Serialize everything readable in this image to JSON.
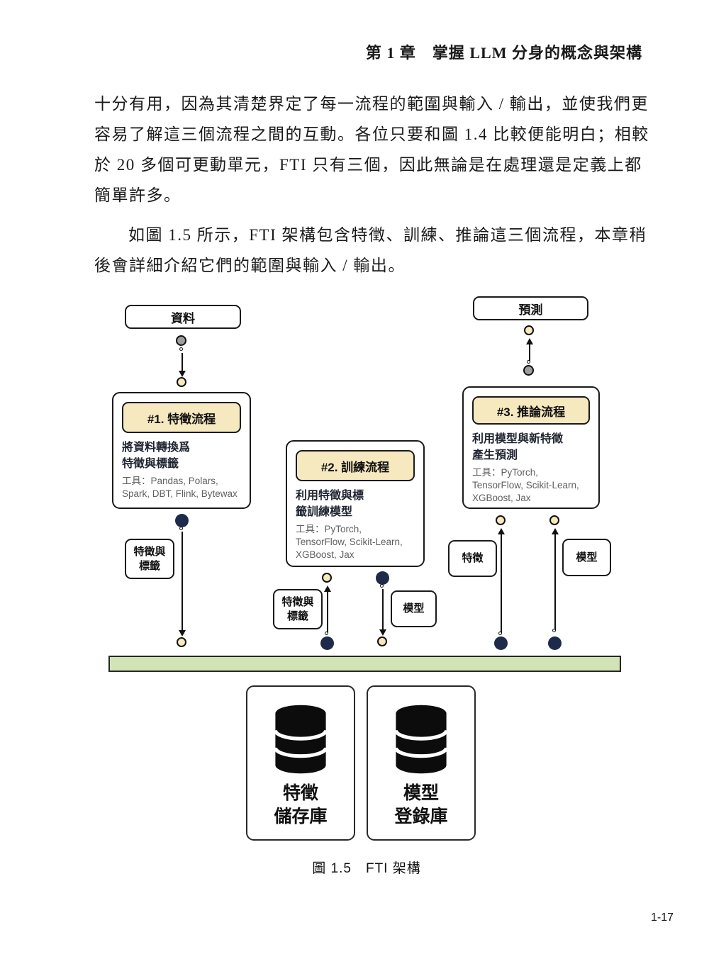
{
  "header": {
    "title": "第 1 章　掌握 LLM 分身的概念與架構"
  },
  "body": {
    "paragraph1": {
      "line1": "十分有用，因為其清楚界定了每一流程的範圍與輸入 / 輸出，並使我們更",
      "line2": "容易了解這三個流程之間的互動。各位只要和圖 1.4 比較便能明白；相較",
      "line3": "於 20 多個可更動單元，FTI 只有三個，因此無論是在處理還是定義上都",
      "line4": "簡單許多。"
    },
    "paragraph2": {
      "line1": "如圖 1.5 所示，FTI 架構包含特徵、訓練、推論這三個流程，本章稍",
      "line2": "後會詳細介紹它們的範圍與輸入 / 輸出。"
    }
  },
  "diagram": {
    "data_box": "資料",
    "prediction_box": "預測",
    "pipeline1": {
      "title": "#1. 特徵流程",
      "desc_line1": "將資料轉換爲",
      "desc_line2": "特徵與標籤",
      "tools_line1": "工具：Pandas, Polars,",
      "tools_line2": "Spark, DBT, Flink, Bytewax"
    },
    "pipeline2": {
      "title": "#2. 訓練流程",
      "desc_line1": "利用特徵與標",
      "desc_line2": "籤訓練模型",
      "tools_line1": "工具：PyTorch,",
      "tools_line2": "TensorFlow, Scikit-Learn,",
      "tools_line3": "XGBoost, Jax"
    },
    "pipeline3": {
      "title": "#3. 推論流程",
      "desc_line1": "利用模型與新特徵",
      "desc_line2": "產生預測",
      "tools_line1": "工具：PyTorch,",
      "tools_line2": "TensorFlow, Scikit-Learn,",
      "tools_line3": "XGBoost, Jax"
    },
    "labels": {
      "left_features_labels_l1": "特徵與",
      "left_features_labels_l2": "標籤",
      "mid_features_labels_l1": "特徵與",
      "mid_features_labels_l2": "標籤",
      "mid_model": "模型",
      "right_features": "特徵",
      "right_model": "模型"
    },
    "storage": {
      "icon": "database",
      "feature_store_l1": "特徵",
      "feature_store_l2": "儲存庫",
      "model_registry_l1": "模型",
      "model_registry_l2": "登錄庫"
    },
    "caption": "圖 1.5　FTI 架構",
    "colors": {
      "header_fill": "#f6e8bf",
      "cream_node": "#f7e9bb",
      "navy_node": "#1e2a4a",
      "gray_node": "#9e9e9e",
      "green_bar": "#d2e4b6",
      "tools_text": "#5f5f5f"
    }
  },
  "footer": {
    "page_number": "1-17"
  }
}
